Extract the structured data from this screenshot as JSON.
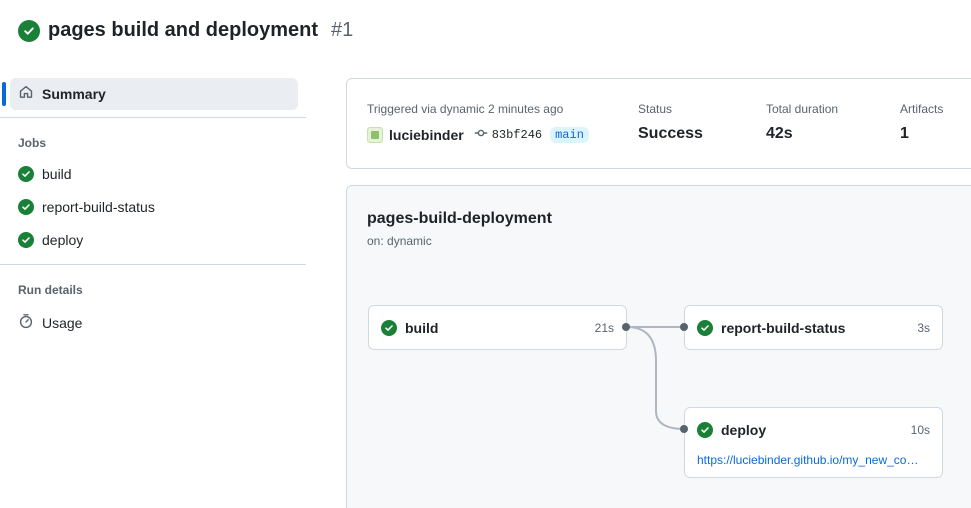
{
  "header": {
    "title": "pages build and deployment",
    "run_number": "#1",
    "status_icon": "check-circle-fill-icon",
    "status_color": "#1a7f37"
  },
  "sidebar": {
    "summary_label": "Summary",
    "jobs_heading": "Jobs",
    "jobs": [
      {
        "label": "build"
      },
      {
        "label": "report-build-status"
      },
      {
        "label": "deploy"
      }
    ],
    "run_details_heading": "Run details",
    "usage_label": "Usage"
  },
  "trigger": {
    "triggered_text": "Triggered via dynamic 2 minutes ago",
    "actor": "luciebinder",
    "commit": "83bf246",
    "branch": "main",
    "status_label": "Status",
    "status_value": "Success",
    "duration_label": "Total duration",
    "duration_value": "42s",
    "artifacts_label": "Artifacts",
    "artifacts_value": "1"
  },
  "graph": {
    "workflow_name": "pages-build-deployment",
    "trigger_event": "on: dynamic",
    "nodes": {
      "build": {
        "name": "build",
        "duration": "21s"
      },
      "report": {
        "name": "report-build-status",
        "duration": "3s"
      },
      "deploy": {
        "name": "deploy",
        "duration": "10s",
        "url": "https://luciebinder.github.io/my_new_co…"
      }
    }
  },
  "colors": {
    "accent": "#0969da",
    "success": "#1a7f37"
  }
}
